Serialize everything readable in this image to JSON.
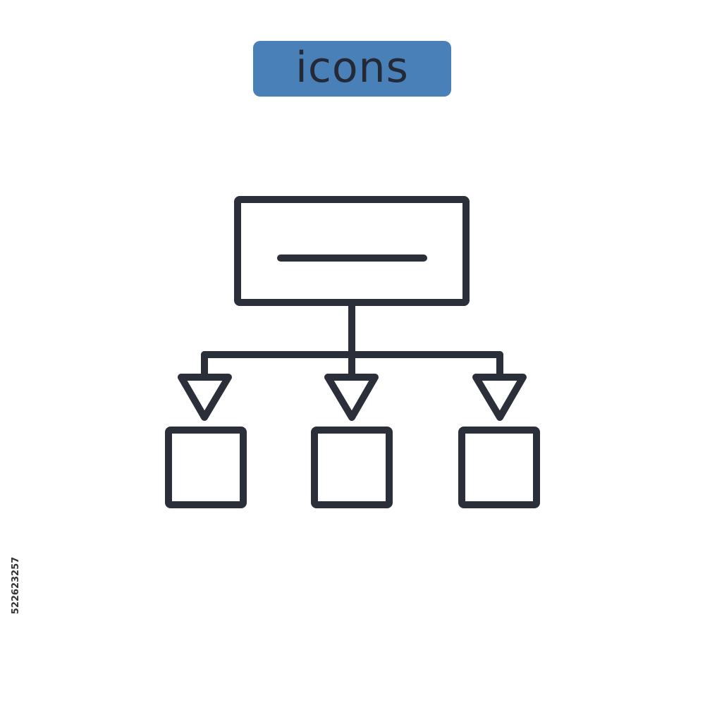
{
  "badge": {
    "label": "icons",
    "background_color": "#4a80b8",
    "text_color": "#232936"
  },
  "icon": {
    "name": "hierarchy-structure-icon",
    "stroke_color": "#2a2f3a",
    "child_count": 3
  },
  "stock": {
    "id_text": "522623257"
  }
}
